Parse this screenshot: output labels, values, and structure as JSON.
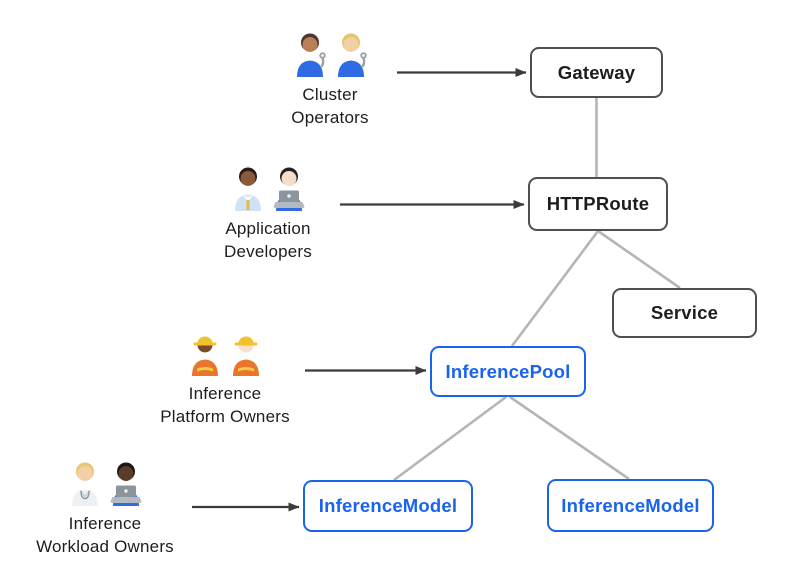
{
  "diagram": {
    "description": "Gateway API inference extension resource-ownership diagram",
    "colors": {
      "background": "#ffffff",
      "node_border_dark": "#4f4f51",
      "node_text_dark": "#1d1d1f",
      "node_blue": "#1a63ee",
      "connector_gray": "#b5b5b5",
      "arrow_dark": "#3b3b3d",
      "actor_text": "#1d1d1d"
    },
    "nodes": [
      {
        "id": "gateway",
        "label": "Gateway",
        "style": "dark"
      },
      {
        "id": "httproute",
        "label": "HTTPRoute",
        "style": "dark"
      },
      {
        "id": "service",
        "label": "Service",
        "style": "dark"
      },
      {
        "id": "inferencepool",
        "label": "InferencePool",
        "style": "blue"
      },
      {
        "id": "inferencemodel-left",
        "label": "InferenceModel",
        "style": "blue"
      },
      {
        "id": "inferencemodel-right",
        "label": "InferenceModel",
        "style": "blue"
      }
    ],
    "actors": [
      {
        "id": "cluster-operators",
        "label_lines": [
          "Cluster",
          "Operators"
        ],
        "emoji": "👨🏽‍🔧 👩🏼‍🔧",
        "people": [
          {
            "type": "mechanic",
            "skin": "#b97f56",
            "hair": "#4e342e",
            "top": "#2e6be5"
          },
          {
            "type": "mechanic",
            "skin": "#f2cfa5",
            "hair": "#e5c469",
            "top": "#2e6be5"
          }
        ]
      },
      {
        "id": "application-developers",
        "label_lines": [
          "Application",
          "Developers"
        ],
        "emoji": "👨🏾‍💼 👩🏻‍💻",
        "people": [
          {
            "type": "office",
            "skin": "#8a5a3b",
            "hair": "#2b1b12",
            "top": "#cfe2f5",
            "tie": "#e8b93c"
          },
          {
            "type": "technologist",
            "skin": "#f6ddc9",
            "hair": "#27221f",
            "top": "#2e6be5",
            "laptop": "#8d959c"
          }
        ]
      },
      {
        "id": "inference-platform-owners",
        "label_lines": [
          "Inference",
          "Platform Owners"
        ],
        "emoji": "👷🏿‍♀️ 👷🏻",
        "people": [
          {
            "type": "construction",
            "skin": "#7c4a2d",
            "hair": "#241a14",
            "top": "#e8762d",
            "helmet": "#f2c12e"
          },
          {
            "type": "construction",
            "skin": "#f8dfc9",
            "hair": "#6b4f33",
            "top": "#e8762d",
            "helmet": "#f2c12e"
          }
        ]
      },
      {
        "id": "inference-workload-owners",
        "label_lines": [
          "Inference",
          "Workload Owners"
        ],
        "emoji": "🧑🏼‍⚕️ 🧑🏿‍💻",
        "people": [
          {
            "type": "health",
            "skin": "#f2cfa5",
            "hair": "#e6c873",
            "top": "#eef0f2"
          },
          {
            "type": "technologist",
            "skin": "#5a3a28",
            "hair": "#1d1713",
            "top": "#2e6be5",
            "laptop": "#8d959c"
          }
        ]
      }
    ],
    "edges": [
      {
        "from": "gateway",
        "to": "httproute",
        "type": "association"
      },
      {
        "from": "httproute",
        "to": "inferencepool",
        "type": "association"
      },
      {
        "from": "httproute",
        "to": "service",
        "type": "association"
      },
      {
        "from": "inferencepool",
        "to": "inferencemodel-left",
        "type": "association"
      },
      {
        "from": "inferencepool",
        "to": "inferencemodel-right",
        "type": "association"
      },
      {
        "from": "cluster-operators",
        "to": "gateway",
        "type": "arrow"
      },
      {
        "from": "application-developers",
        "to": "httproute",
        "type": "arrow"
      },
      {
        "from": "inference-platform-owners",
        "to": "inferencepool",
        "type": "arrow"
      },
      {
        "from": "inference-workload-owners",
        "to": "inferencemodel-left",
        "type": "arrow"
      }
    ]
  }
}
